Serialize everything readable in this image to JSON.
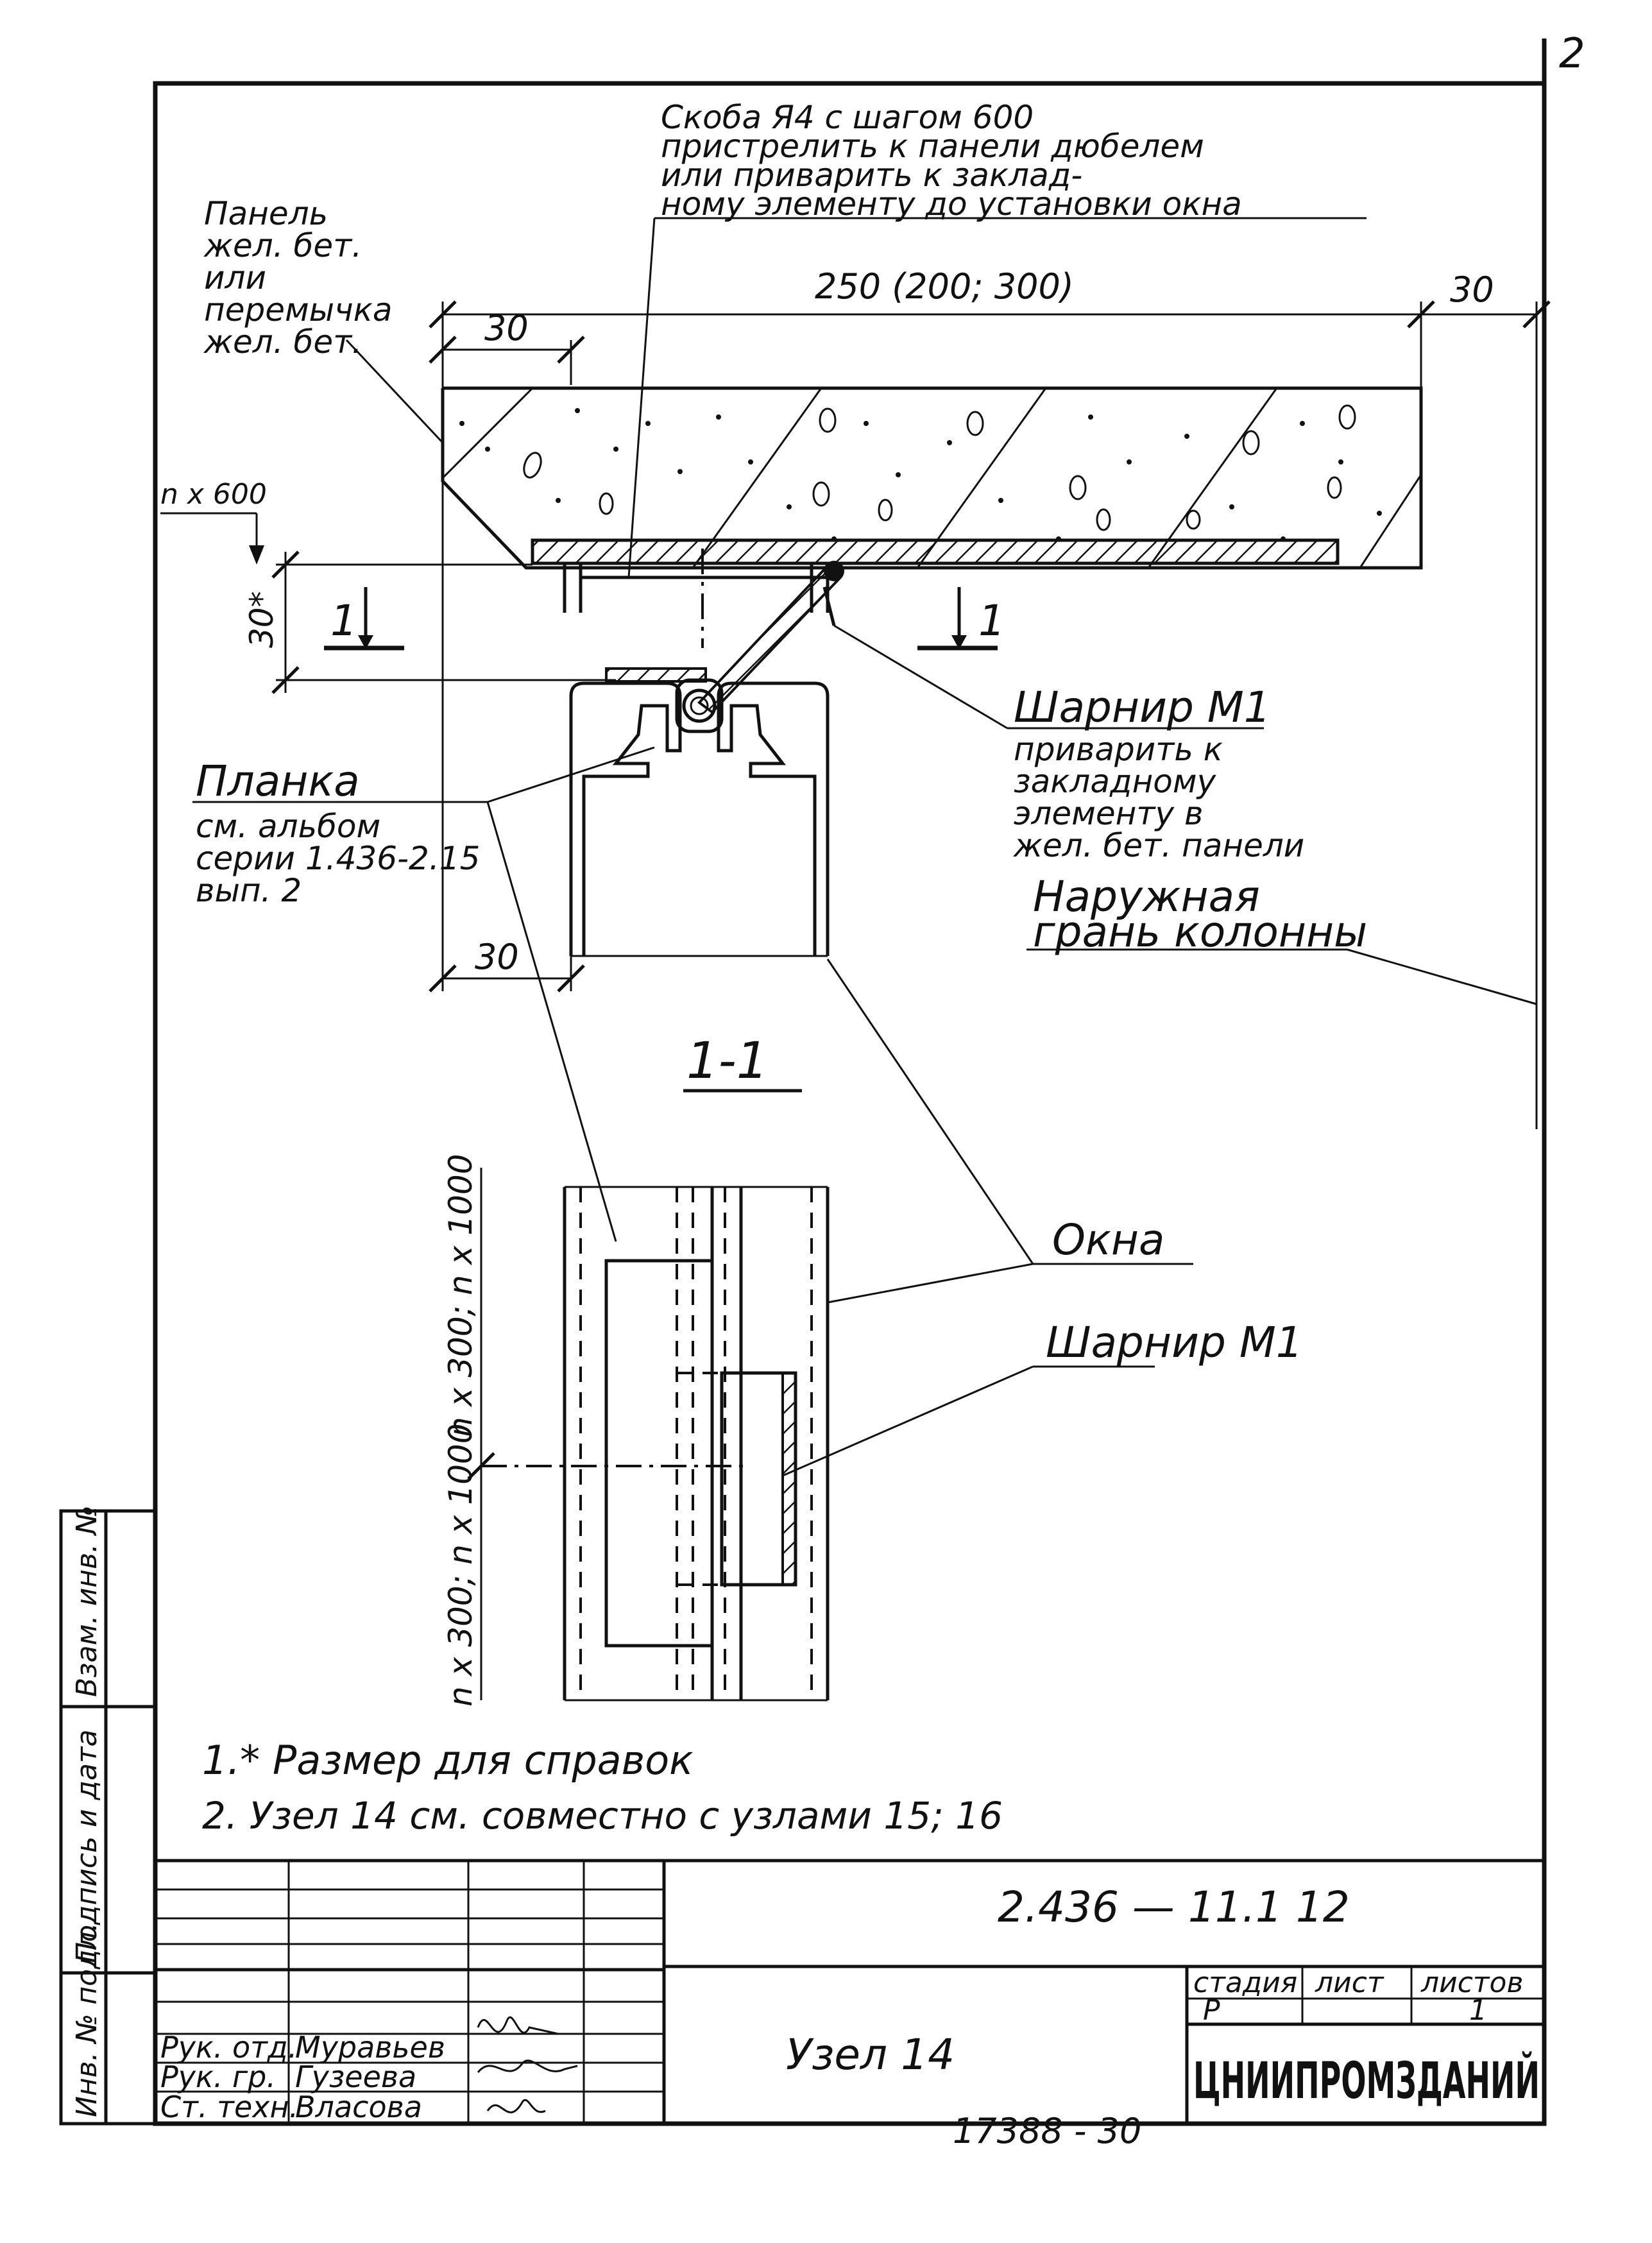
{
  "sheet_corner": "2",
  "labels": {
    "bracket_note": [
      "Скоба Я4 с шагом 600",
      "пристрелить к панели дюбелем",
      "или приварить к заклад-",
      "ному элементу до установки окна"
    ],
    "panel": [
      "Панель",
      "жел. бет.",
      "или",
      "перемычка",
      "жел. бет."
    ],
    "hinge_top": "Шарнир М1",
    "hinge_note": [
      "приварить к",
      "закладному",
      "элементу в",
      "жел. бет. панели"
    ],
    "column_face": [
      "Наружная",
      "грань колонны"
    ],
    "plank": "Планка",
    "plank_note": [
      "см. альбом",
      "серии 1.436-2.15",
      "вып. 2"
    ],
    "window": "Окна",
    "hinge_bottom": "Шарнир М1",
    "section": "1-1",
    "cut_mark": "1"
  },
  "dimensions": {
    "width_main": "250 (200; 300)",
    "right_30": "30",
    "left_top_30": "30",
    "left_bottom_30": "30",
    "step": "n x 600",
    "gap": "30*",
    "vert_upper": "n x 300; n x 1000",
    "vert_lower": "n x 300; n x 1000"
  },
  "notes": [
    "1.* Размер для справок",
    "2. Узел 14 см. совместно с узлами 15; 16"
  ],
  "side_stamp": [
    "Инв. № подл.",
    "Подпись и дата",
    "Взам. инв. №"
  ],
  "title_block": {
    "doc_code": "2.436 — 11.1 12",
    "title": "Узел 14",
    "headers": {
      "stage": "стадия",
      "sheet": "лист",
      "sheets": "листов"
    },
    "values": {
      "stage": "Р",
      "sheet": "",
      "sheets": "1"
    },
    "org": "ЦНИИПРОМЗДАНИЙ",
    "staff": [
      {
        "role": "Рук. отд.",
        "name": "Муравьев"
      },
      {
        "role": "Рук. гр.",
        "name": "Гузеева"
      },
      {
        "role": "Ст. техн.",
        "name": "Власова"
      }
    ]
  },
  "bottom_number": "17388 - 30"
}
